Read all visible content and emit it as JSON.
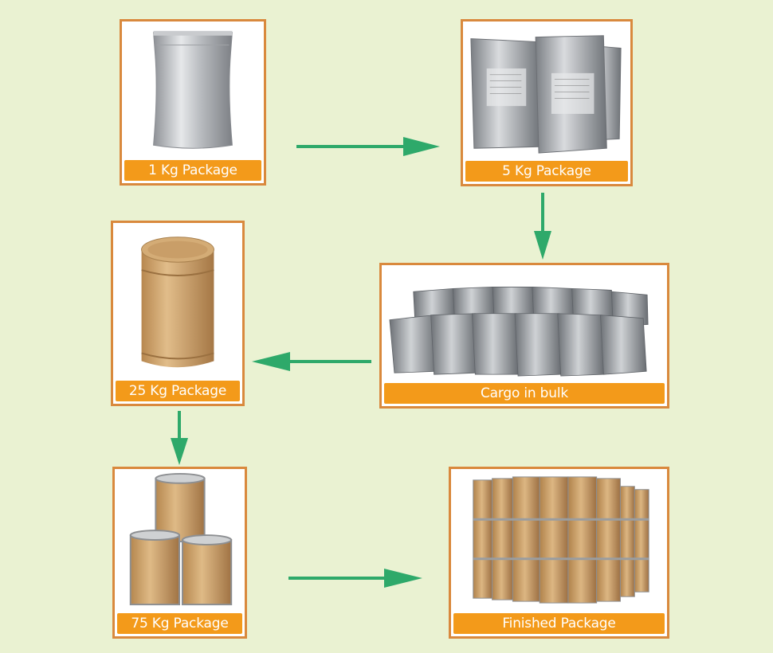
{
  "steps": [
    {
      "label": "1 Kg Package",
      "icon": "foil-pouch-icon"
    },
    {
      "label": "5 Kg Package",
      "icon": "foil-bags-icon"
    },
    {
      "label": "Cargo in bulk",
      "icon": "bulk-bags-icon"
    },
    {
      "label": "25 Kg Package",
      "icon": "fiber-drum-icon"
    },
    {
      "label": "75 Kg Package",
      "icon": "stacked-drums-icon"
    },
    {
      "label": "Finished Package",
      "icon": "pallet-drums-icon"
    }
  ],
  "colors": {
    "background": "#eaf2d2",
    "card_border": "#d9893d",
    "label_fill": "#f39a1a",
    "arrow": "#2ea96a"
  }
}
